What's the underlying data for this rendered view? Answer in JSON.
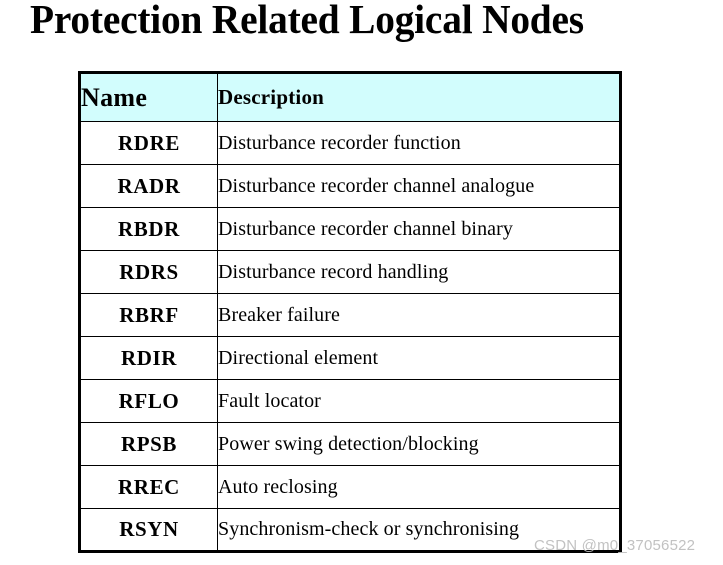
{
  "page": {
    "title": "Protection Related Logical Nodes",
    "background_color": "#ffffff",
    "text_color": "#000000"
  },
  "table": {
    "header_background_color": "#d2fdfd",
    "border_color": "#000000",
    "columns": [
      {
        "key": "name",
        "label": "Name"
      },
      {
        "key": "description",
        "label": "Description"
      }
    ],
    "rows": [
      {
        "name": "RDRE",
        "description": "Disturbance recorder function"
      },
      {
        "name": "RADR",
        "description": "Disturbance recorder channel analogue"
      },
      {
        "name": "RBDR",
        "description": "Disturbance recorder channel binary"
      },
      {
        "name": "RDRS",
        "description": "Disturbance record handling"
      },
      {
        "name": "RBRF",
        "description": "Breaker failure"
      },
      {
        "name": "RDIR",
        "description": "Directional element"
      },
      {
        "name": "RFLO",
        "description": "Fault locator"
      },
      {
        "name": "RPSB",
        "description": "Power swing detection/blocking"
      },
      {
        "name": "RREC",
        "description": "Auto reclosing"
      },
      {
        "name": "RSYN",
        "description": "Synchronism-check or synchronising"
      }
    ]
  },
  "watermark": {
    "text": "CSDN @m0_37056522",
    "color": "#c2c2c2"
  }
}
